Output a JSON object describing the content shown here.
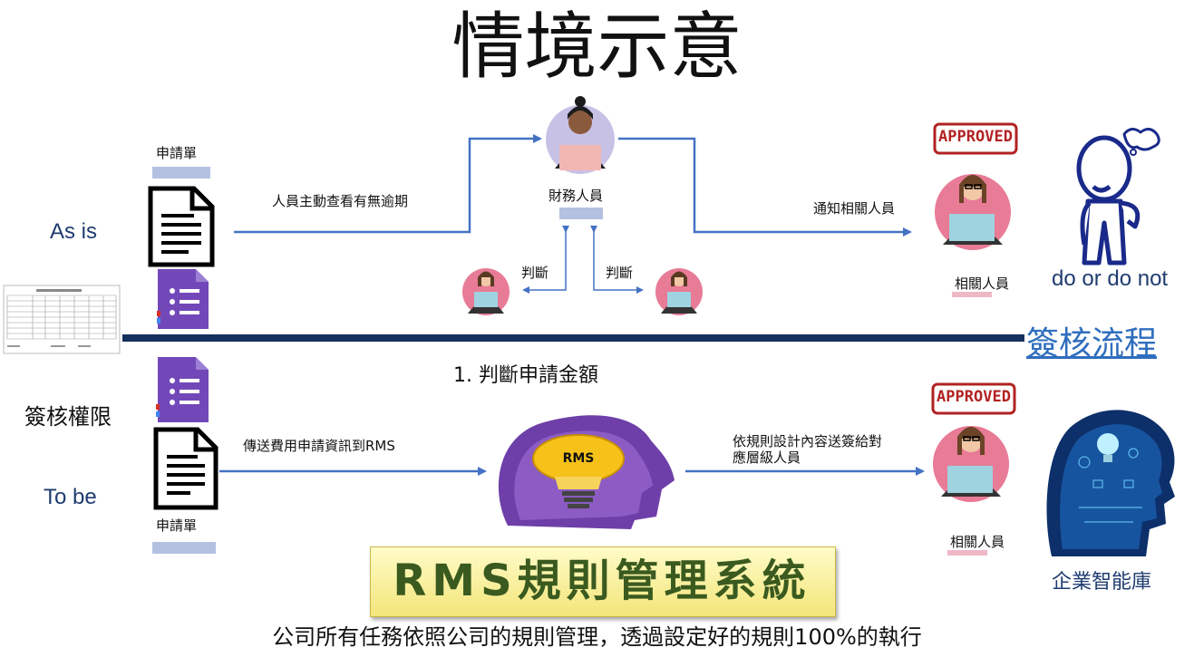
{
  "title": "情境示意",
  "as_is": {
    "row_label": "As is",
    "form_label": "申請單",
    "arrow_label": "人員主動查看有無逾期",
    "finance_label": "財務人員",
    "judge_left": "判斷",
    "judge_right": "判斷",
    "notify_label": "通知相關人員",
    "related_label": "相關人員",
    "stamp": "APPROVED",
    "thinker_caption": "do or do not"
  },
  "section_link": "簽核流程",
  "step_1": "1.  判斷申請金額",
  "to_be": {
    "row_label_top": "簽核權限",
    "row_label": "To be",
    "form_label": "申請單",
    "arrow_label": "傳送費用申請資訊到RMS",
    "rms_bulb": "RMS",
    "route_label_line1": "依規則設計內容送簽給對",
    "route_label_line2": "應層級人員",
    "related_label": "相關人員",
    "stamp": "APPROVED",
    "kb_caption": "企業智能庫"
  },
  "rms_system_title": "RMS規則管理系統",
  "bottom_caption": "公司所有任務依照公司的規則管理，透過設定好的規則100%的執行",
  "colors": {
    "arrow": "#4472c4",
    "divider": "#15305e",
    "link": "#2f6ebe",
    "stamp": "#b22222",
    "avatar_bg": "#e87b96",
    "finance_bg": "#c7c1e6"
  }
}
